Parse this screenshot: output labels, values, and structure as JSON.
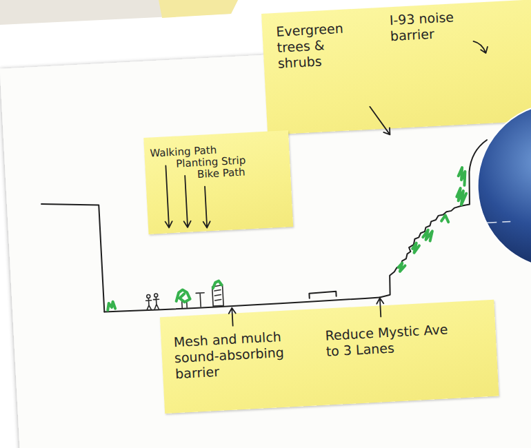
{
  "diagram": {
    "nodes": [
      {
        "text": [
          "Evergreen trees & shrubs",
          "I-93 noise barrier"
        ]
      },
      {
        "text": [
          "Walking Path",
          "Planting Strip",
          "Bike Path"
        ]
      },
      {
        "text": [
          "Mesh and mulch sound-absorbing barrier",
          "Reduce Mystic Ave to 3 Lanes"
        ]
      }
    ]
  }
}
